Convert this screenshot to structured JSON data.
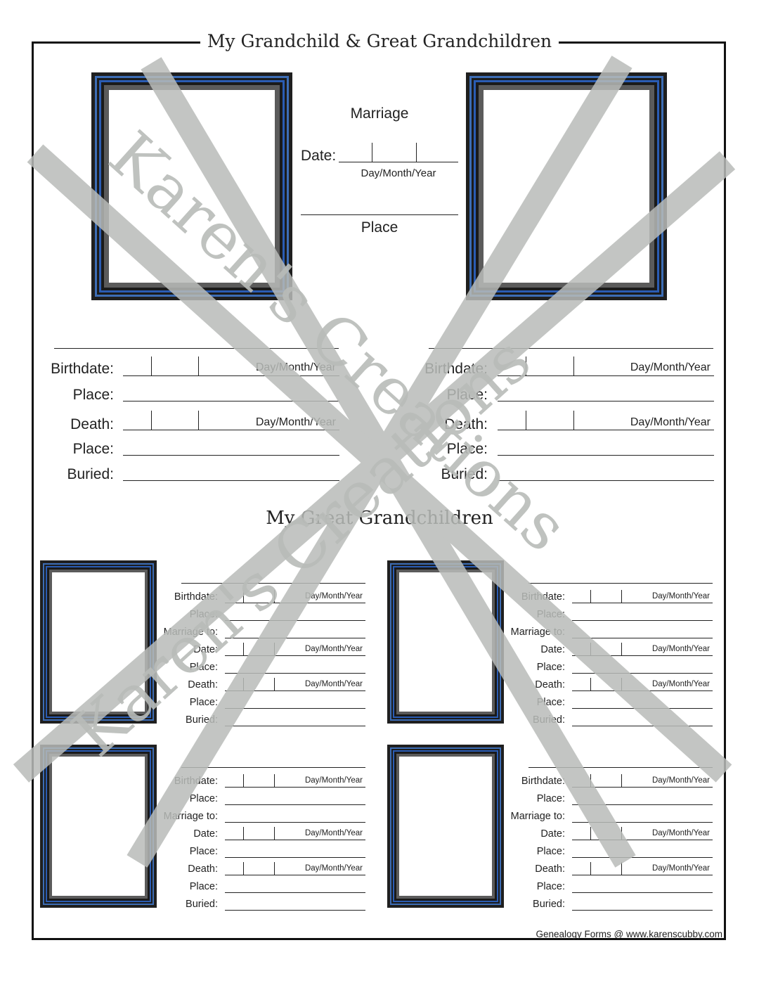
{
  "title": "My Grandchild & Great Grandchildren",
  "marriage": {
    "heading": "Marriage",
    "date_label": "Date:",
    "date_format": "Day/Month/Year",
    "place_label": "Place"
  },
  "grandchild_fields": {
    "birthdate": "Birthdate:",
    "place": "Place:",
    "death": "Death:",
    "buried": "Buried:",
    "date_format": "Day/Month/Year"
  },
  "great_grandchildren_heading": "My Great Grandchildren",
  "great_grandchild_fields": {
    "birthdate": "Birthdate:",
    "place": "Place:",
    "marriage_to": "Marriage to:",
    "date": "Date:",
    "death": "Death:",
    "buried": "Buried:",
    "date_format": "Day/Month/Year"
  },
  "watermark": "Karen's Creations",
  "footer": "Genealogy Forms @ www.karenscubby.com",
  "colors": {
    "frame_blue": "#2a5cb3",
    "frame_gray": "#5b5b5b",
    "watermark": "#b9bcb9"
  }
}
